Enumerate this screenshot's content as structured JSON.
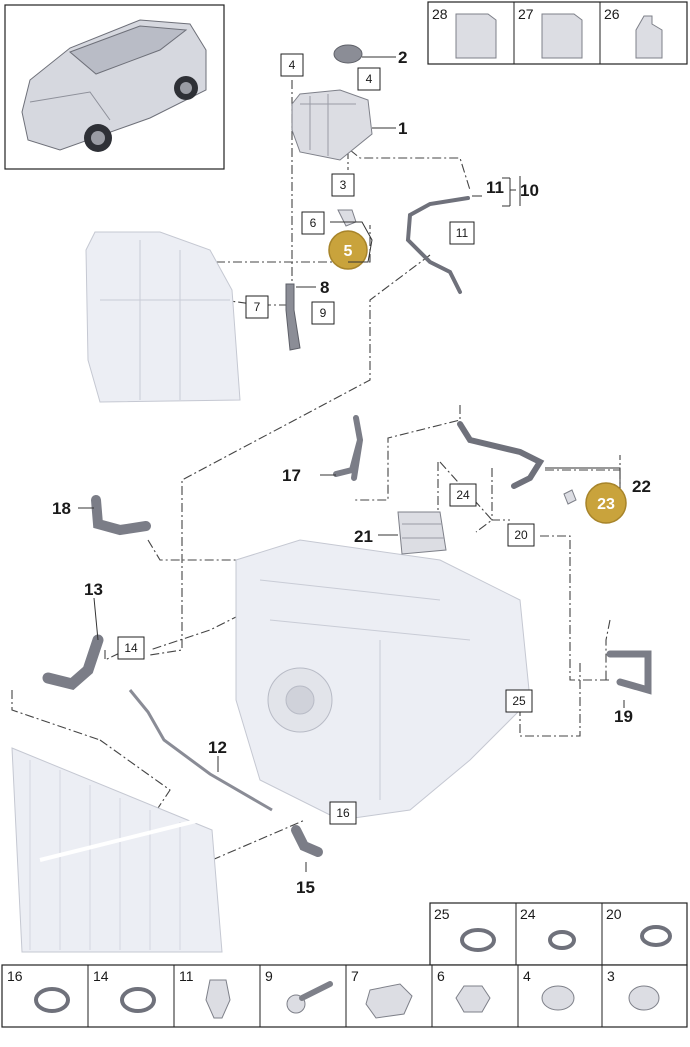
{
  "callouts": [
    {
      "n": "1"
    },
    {
      "n": "2"
    },
    {
      "n": "8"
    },
    {
      "n": "10"
    },
    {
      "n": "11"
    },
    {
      "n": "12"
    },
    {
      "n": "13"
    },
    {
      "n": "15"
    },
    {
      "n": "17"
    },
    {
      "n": "18"
    },
    {
      "n": "19"
    },
    {
      "n": "21"
    },
    {
      "n": "22"
    }
  ],
  "boxed_labels": [
    {
      "n": "4"
    },
    {
      "n": "4"
    },
    {
      "n": "3"
    },
    {
      "n": "6"
    },
    {
      "n": "7"
    },
    {
      "n": "9"
    },
    {
      "n": "11"
    },
    {
      "n": "14"
    },
    {
      "n": "16"
    },
    {
      "n": "20"
    },
    {
      "n": "24"
    },
    {
      "n": "25"
    }
  ],
  "badges": [
    {
      "n": "5"
    },
    {
      "n": "23"
    }
  ],
  "top_tiles": [
    {
      "n": "28"
    },
    {
      "n": "27"
    },
    {
      "n": "26"
    }
  ],
  "mid_tiles": [
    {
      "n": "25"
    },
    {
      "n": "24"
    },
    {
      "n": "20"
    }
  ],
  "bottom_tiles": [
    {
      "n": "16"
    },
    {
      "n": "14"
    },
    {
      "n": "11"
    },
    {
      "n": "9"
    },
    {
      "n": "7"
    },
    {
      "n": "6"
    },
    {
      "n": "4"
    },
    {
      "n": "3"
    }
  ],
  "colors": {
    "badge": "#c9a33c",
    "line": "#444444",
    "part": "#dcdde3"
  }
}
